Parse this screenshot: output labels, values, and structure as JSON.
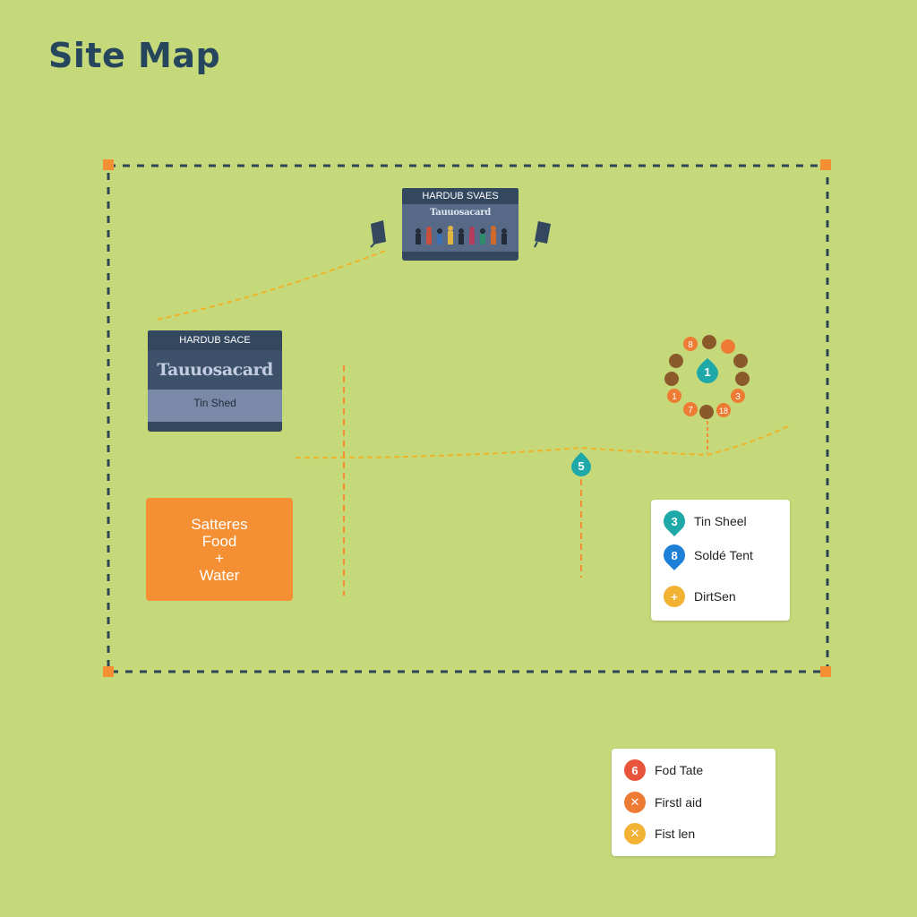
{
  "title": "Site Map",
  "colors": {
    "background": "#c5d97a",
    "boundary": "#2f4454",
    "corner": "#f58f33",
    "path": "#f0b429",
    "vertical_path": "#f58f33",
    "stage": "#33475f",
    "food_box": "#f58f33"
  },
  "map": {
    "main_stage": {
      "sign": "HARDUB SVAES",
      "banner": "Tauuosacard"
    },
    "second_stage": {
      "sign": "HARDUB SACE",
      "banner": "Tauuosacard",
      "label": "Tin Shed"
    },
    "food_water": {
      "line1": "Satteres",
      "line2": "Food",
      "line3": "+",
      "line4": "Water"
    },
    "marker_5": {
      "label": "5"
    },
    "cluster": {
      "center": "1",
      "left": "1",
      "right": "3",
      "top_left": "8",
      "bottom_left": "7",
      "bottom_right": "18"
    }
  },
  "legend_a": [
    {
      "num": "3",
      "label": "Tin Sheel",
      "color": "#1fa8a8",
      "icon": "drop-icon"
    },
    {
      "num": "8",
      "label": "Soldé Tent",
      "color": "#1e7fd6",
      "icon": "drop-icon"
    },
    {
      "num": "+",
      "label": "DirtSen",
      "color": "#f2b233",
      "icon": "plus-icon"
    }
  ],
  "legend_b": [
    {
      "num": "6",
      "label": "Fod Tate",
      "color": "#e8553c",
      "icon": "number-icon"
    },
    {
      "num": "✕",
      "label": "Firstl aid",
      "color": "#ee7b34",
      "icon": "cross-icon"
    },
    {
      "num": "✕",
      "label": "Fist len",
      "color": "#f2b233",
      "icon": "cross-icon"
    }
  ]
}
